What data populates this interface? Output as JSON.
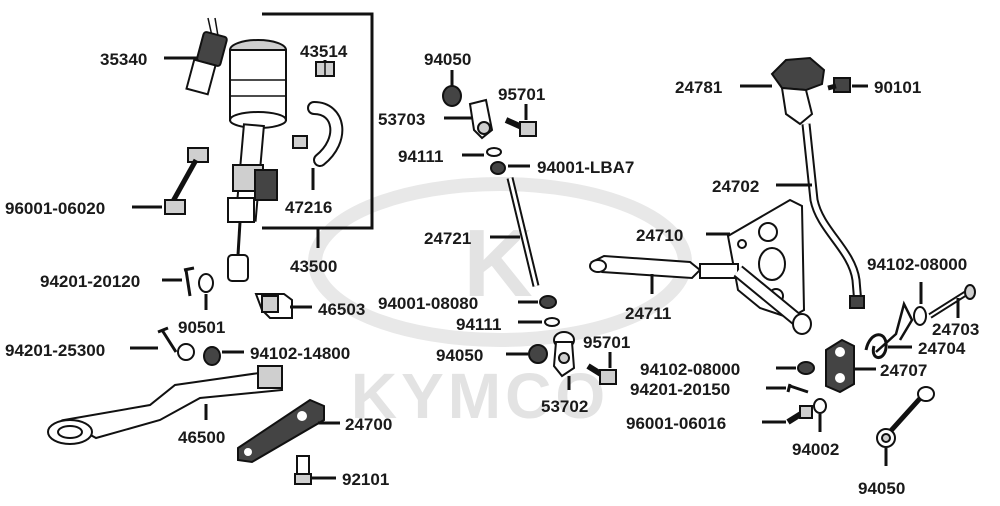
{
  "watermark": {
    "logo_letter": "K",
    "brand": "KYMCO"
  },
  "labels": {
    "p35340": "35340",
    "p43514": "43514",
    "p47216": "47216",
    "p43500": "43500",
    "p96001_06020": "96001-06020",
    "p94201_20120": "94201-20120",
    "p90501": "90501",
    "p46503": "46503",
    "p94201_25300": "94201-25300",
    "p94102_14800": "94102-14800",
    "p46500": "46500",
    "p24700": "24700",
    "p92101": "92101",
    "p94050_top": "94050",
    "p95701_top": "95701",
    "p53703": "53703",
    "p94111_top": "94111",
    "p94001_lba7": "94001-LBA7",
    "p24721": "24721",
    "p94001_08080": "94001-08080",
    "p94111_bot": "94111",
    "p94050_mid": "94050",
    "p95701_mid": "95701",
    "p53702": "53702",
    "p24781": "24781",
    "p90101": "90101",
    "p24702": "24702",
    "p24710": "24710",
    "p24711": "24711",
    "p94102_08000_right": "94102-08000",
    "p24703": "24703",
    "p24704": "24704",
    "p94102_08000_mid": "94102-08000",
    "p24707": "24707",
    "p94201_20150": "94201-20150",
    "p96001_06016": "96001-06016",
    "p94002": "94002",
    "p94050_bot": "94050"
  }
}
